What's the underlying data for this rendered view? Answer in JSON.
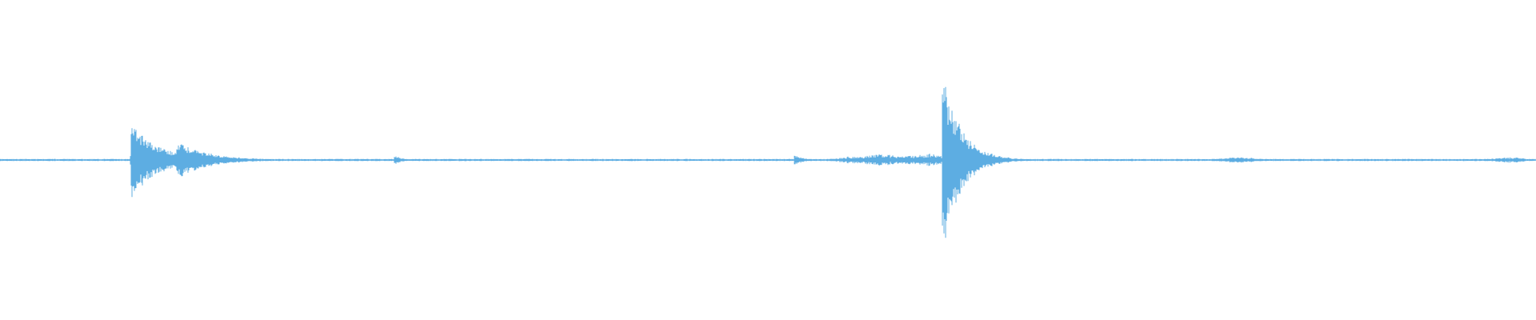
{
  "waveform": {
    "color": "#5dade2",
    "background": "#ffffff",
    "amplitude_max": 1.0,
    "baseline_level": 0.012,
    "events": [
      {
        "at": 0.085,
        "peak": 0.42,
        "decay": 0.018,
        "kind": "transient"
      },
      {
        "at": 0.115,
        "peak": 0.21,
        "decay": 0.02,
        "kind": "transient"
      },
      {
        "at": 0.2565,
        "peak": 0.06,
        "decay": 0.005,
        "kind": "transient"
      },
      {
        "at": 0.517,
        "peak": 0.06,
        "decay": 0.006,
        "kind": "transient"
      },
      {
        "at": 0.556,
        "peak": 0.04,
        "decay": 0.01,
        "kind": "burst"
      },
      {
        "at": 0.574,
        "peak": 0.06,
        "decay": 0.012,
        "kind": "burst"
      },
      {
        "at": 0.595,
        "peak": 0.05,
        "decay": 0.01,
        "kind": "burst"
      },
      {
        "at": 0.605,
        "peak": 0.07,
        "decay": 0.008,
        "kind": "burst"
      },
      {
        "at": 0.6135,
        "peak": 1.0,
        "decay": 0.012,
        "kind": "transient"
      },
      {
        "at": 0.625,
        "peak": 0.06,
        "decay": 0.006,
        "kind": "burst"
      },
      {
        "at": 0.806,
        "peak": 0.03,
        "decay": 0.012,
        "kind": "burst"
      },
      {
        "at": 0.982,
        "peak": 0.03,
        "decay": 0.01,
        "kind": "burst"
      }
    ]
  }
}
